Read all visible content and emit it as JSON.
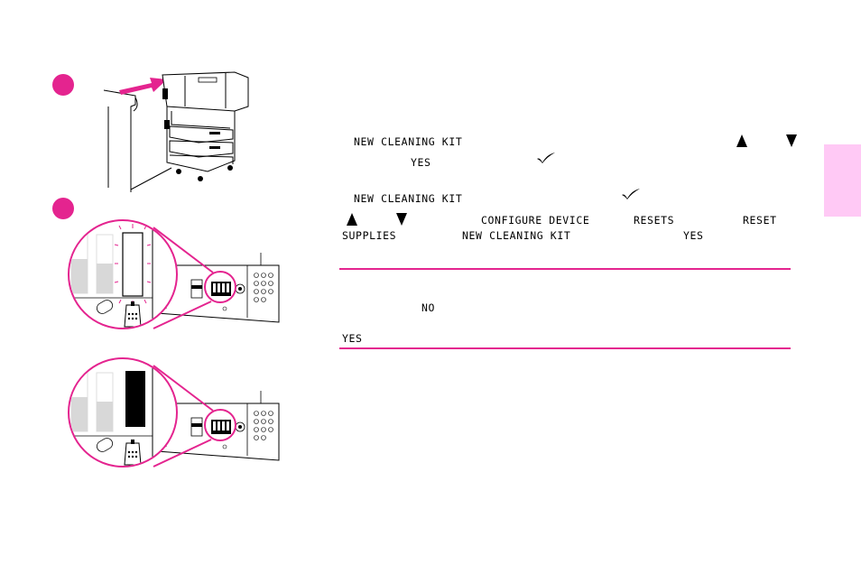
{
  "colors": {
    "accent": "#e4248f",
    "side_tab": "#ffc9f5",
    "gray_level": "#d8d8d8"
  },
  "icons": {
    "step_marker": "magenta-circle",
    "up_arrow": "up-arrow-icon",
    "down_arrow": "down-arrow-icon",
    "select": "checkmark-icon",
    "cleaning_kit": "cleaning-kit-icon"
  },
  "instructions": {
    "line1_kit": "NEW CLEANING KIT",
    "line1_yes": "YES",
    "line2_kit": "NEW CLEANING KIT",
    "line3_configure": "CONFIGURE DEVICE",
    "line3_resets": "RESETS",
    "line3_reset": "RESET",
    "line4_supplies": "SUPPLIES",
    "line4_kit": "NEW CLEANING KIT",
    "line4_yes": "YES"
  },
  "note": {
    "no": "NO",
    "yes": "YES"
  },
  "gauges": {
    "before_level": 0.0,
    "after_level": 1.0
  }
}
